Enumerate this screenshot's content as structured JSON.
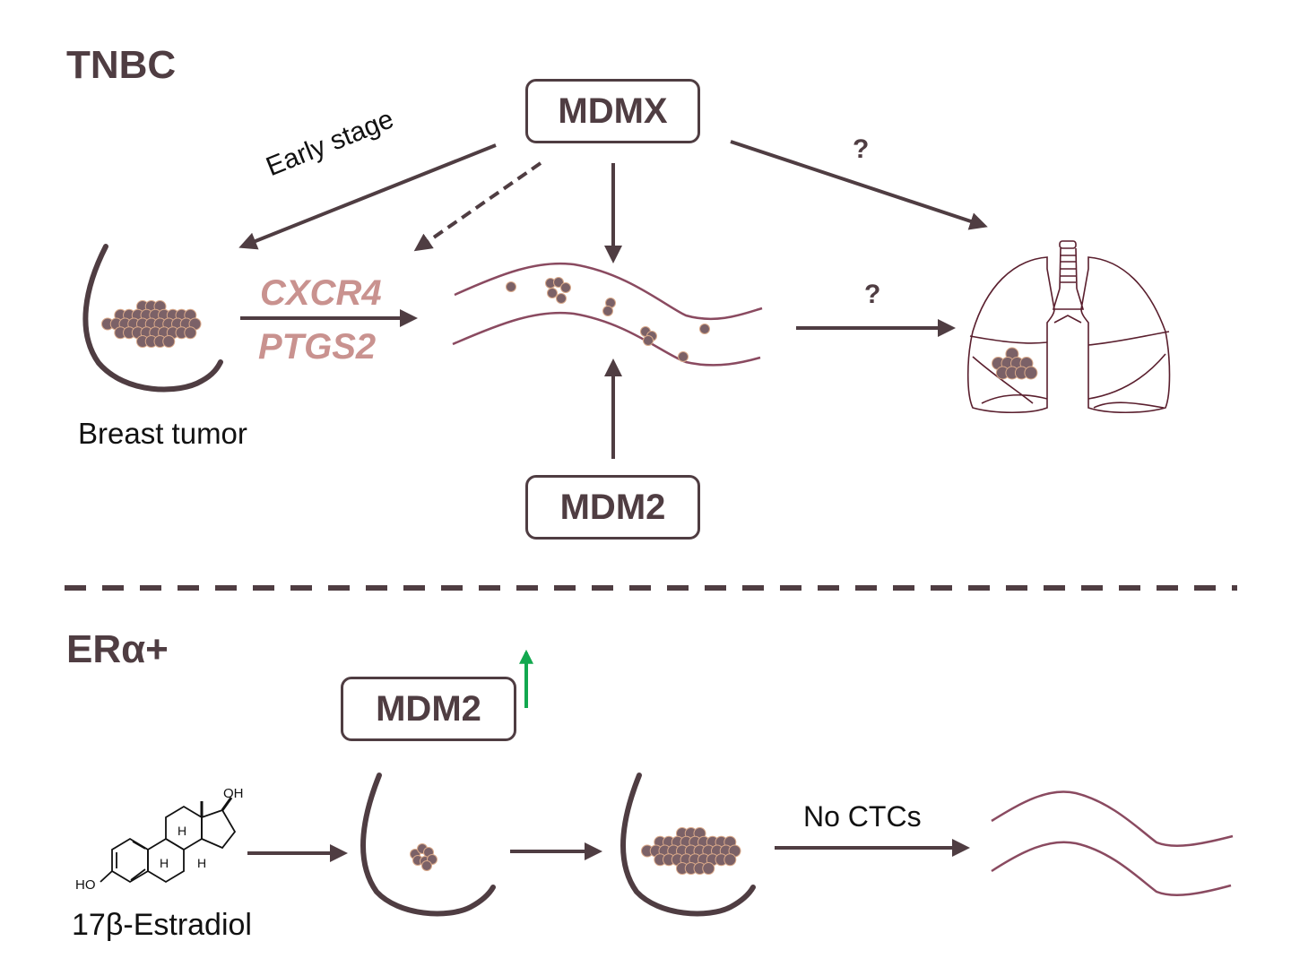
{
  "colors": {
    "ink": "#4f3d42",
    "vessel": "#8a4a60",
    "cell_fill": "#7b6167",
    "cell_stroke": "#d9a98a",
    "gene_text": "#c9928f",
    "up_arrow": "#12a84f",
    "lung_stroke": "#5a1f2e"
  },
  "tnbc": {
    "title": "TNBC",
    "mdmx_label": "MDMX",
    "mdm2_label": "MDM2",
    "early_stage_label": "Early stage",
    "gene_1": "CXCR4",
    "gene_2": "PTGS2",
    "breast_tumor_label": "Breast tumor",
    "question_1": "?",
    "question_2": "?"
  },
  "er": {
    "title": "ERα+",
    "mdm2_label": "MDM2",
    "mdm2_change": "up",
    "estradiol_label": "17β-Estradiol",
    "no_ctcs_label": "No CTCs",
    "molecule": {
      "oh_top": "OH",
      "ho_left": "HO",
      "h_labels": [
        "H",
        "H",
        "H"
      ]
    }
  }
}
